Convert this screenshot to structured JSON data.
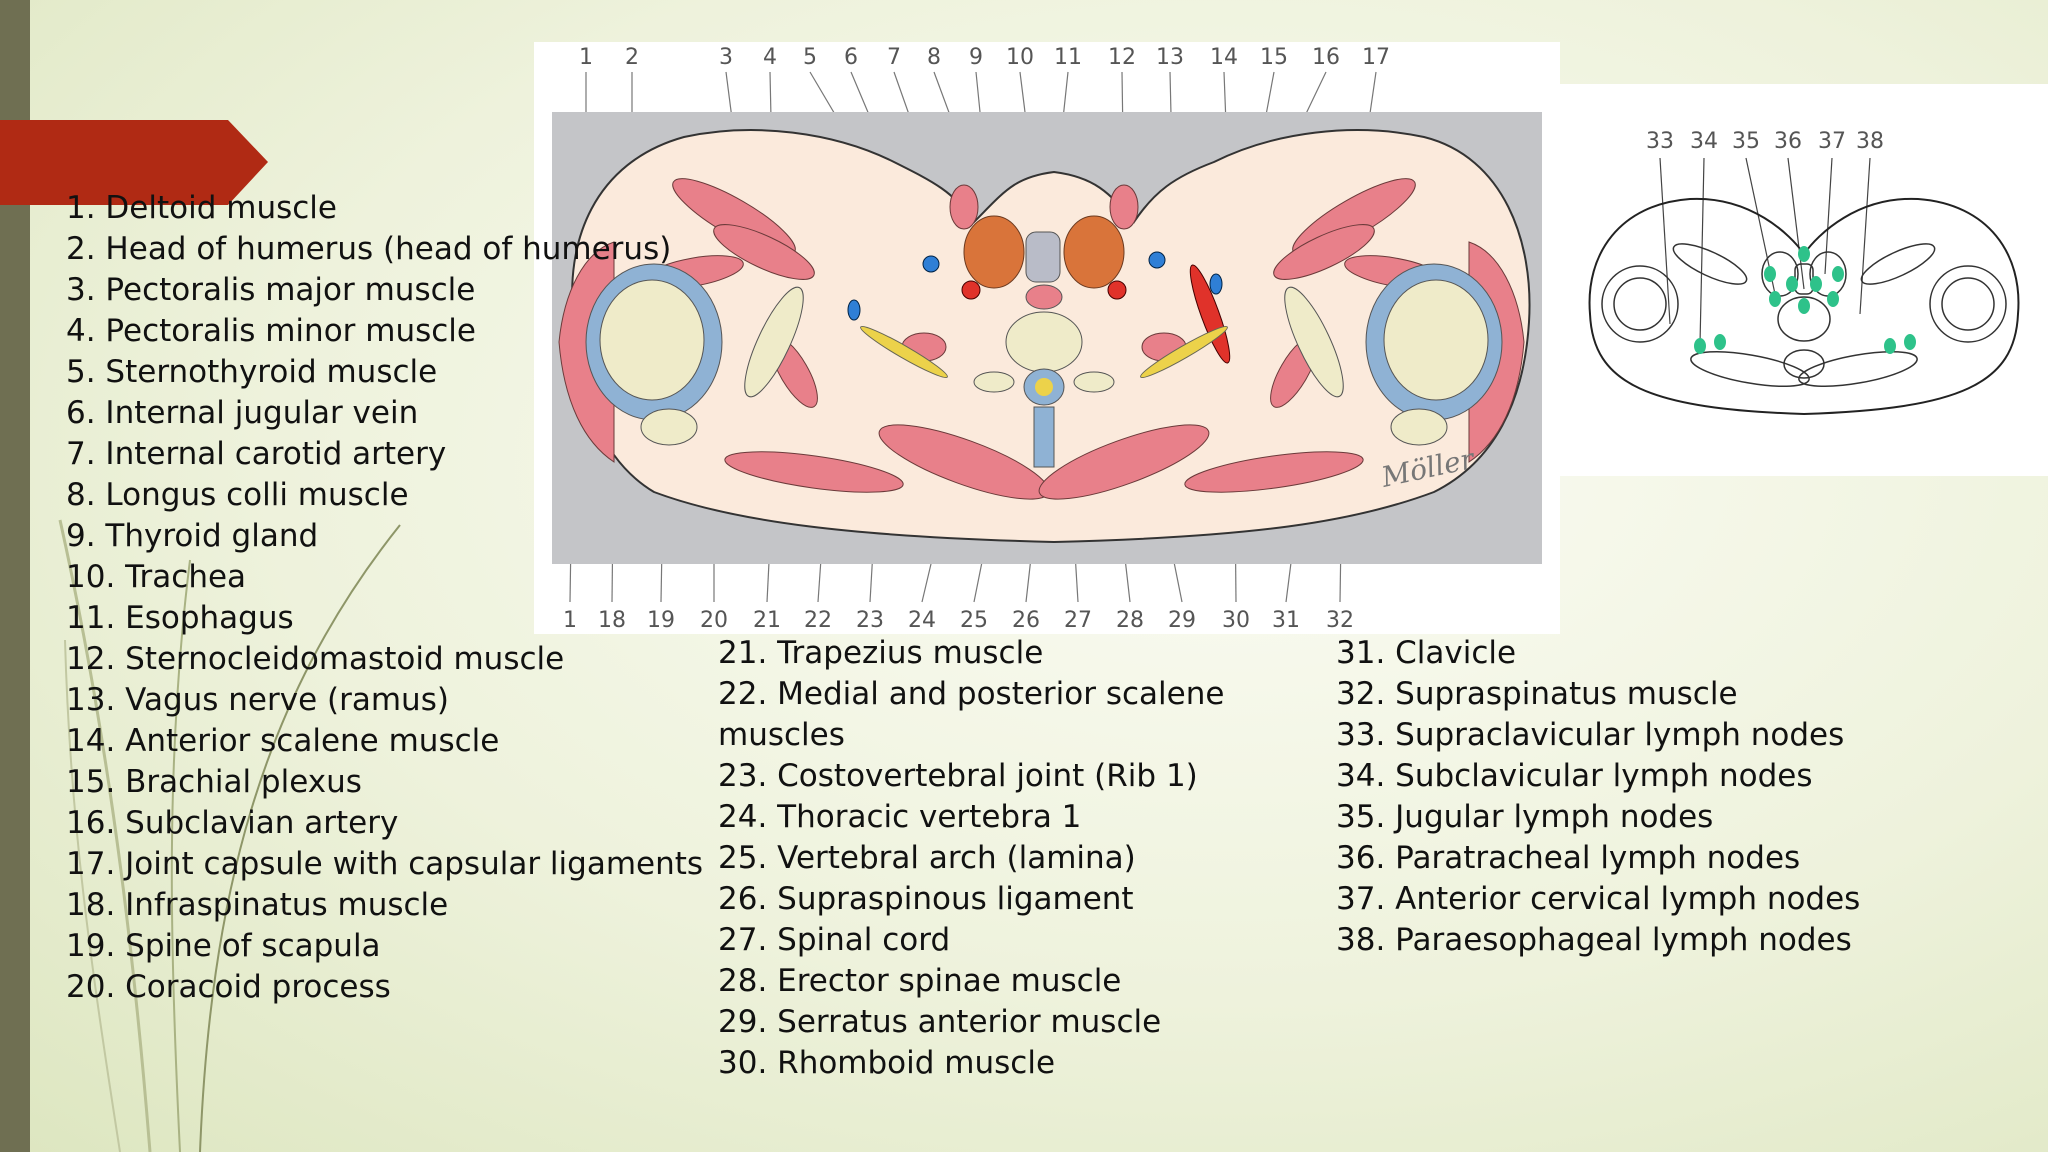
{
  "diagram": {
    "top_numbers": [
      "1",
      "2",
      "3",
      "4",
      "5",
      "6",
      "7",
      "8",
      "9",
      "10",
      "11",
      "12",
      "13",
      "14",
      "15",
      "16",
      "17"
    ],
    "bottom_numbers": [
      "1",
      "18",
      "19",
      "20",
      "21",
      "22",
      "23",
      "24",
      "25",
      "26",
      "27",
      "28",
      "29",
      "30",
      "31",
      "32"
    ],
    "small_numbers": [
      "33",
      "34",
      "35",
      "36",
      "37",
      "38"
    ],
    "signature": "Möller",
    "colors": {
      "muscle": "#e8808a",
      "bone": "#efebc9",
      "cartilage": "#8fb2d4",
      "thyroid": "#d9743a",
      "vessel_red": "#e0322a",
      "vessel_blue": "#2f7fd6",
      "nerve_yellow": "#ecd24a",
      "tissue": "#fbeadc",
      "background_gray": "#c4c5c8",
      "lymph_green": "#2ec28a",
      "accent_arrow": "#b02a14"
    }
  },
  "legend": {
    "col1": [
      "1. Deltoid muscle",
      "2. Head of humerus (head of humerus)",
      "3. Pectoralis major muscle",
      "4. Pectoralis minor muscle",
      "5. Sternothyroid muscle",
      "6. Internal jugular vein",
      "7. Internal carotid artery",
      "8. Longus colli muscle",
      "9. Thyroid gland",
      "10. Trachea",
      "11. Esophagus",
      "12. Sternocleidomastoid muscle",
      "13. Vagus nerve (ramus)",
      "14. Anterior scalene muscle",
      "15. Brachial plexus",
      "16. Subclavian artery",
      "17. Joint capsule with capsular ligaments",
      "18. Infraspinatus muscle",
      "19. Spine of scapula",
      "20. Coracoid process"
    ],
    "col2": [
      "21. Trapezius muscle",
      "22. Medial and posterior scalene",
      "muscles",
      "23. Costovertebral joint (Rib 1)",
      "24. Thoracic vertebra 1",
      "25. Vertebral arch (lamina)",
      "26. Supraspinous ligament",
      "27. Spinal cord",
      "28. Erector spinae muscle",
      "29. Serratus anterior muscle",
      "30. Rhomboid muscle"
    ],
    "col3": [
      "31. Clavicle",
      "32. Supraspinatus muscle",
      "33. Supraclavicular lymph nodes",
      "34. Subclavicular lymph nodes",
      "35. Jugular lymph nodes",
      "36. Paratracheal lymph nodes",
      "37. Anterior cervical lymph nodes",
      "38. Paraesophageal lymph nodes"
    ]
  }
}
